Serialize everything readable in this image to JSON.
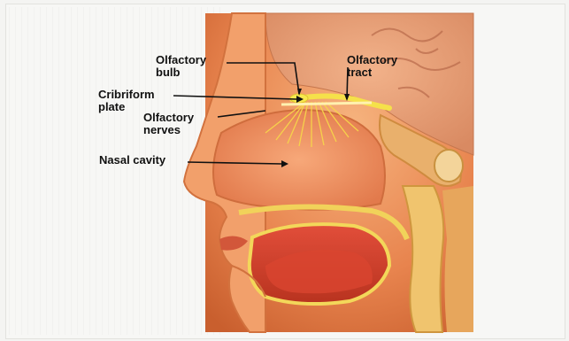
{
  "diagram": {
    "labels": {
      "olfactory_bulb": [
        "Olfactory",
        "bulb"
      ],
      "olfactory_tract": [
        "Olfactory",
        "tract"
      ],
      "cribriform_plate": [
        "Cribriform",
        "plate"
      ],
      "olfactory_nerves": [
        "Olfactory",
        "nerves"
      ],
      "nasal_cavity": [
        "Nasal cavity"
      ]
    }
  }
}
